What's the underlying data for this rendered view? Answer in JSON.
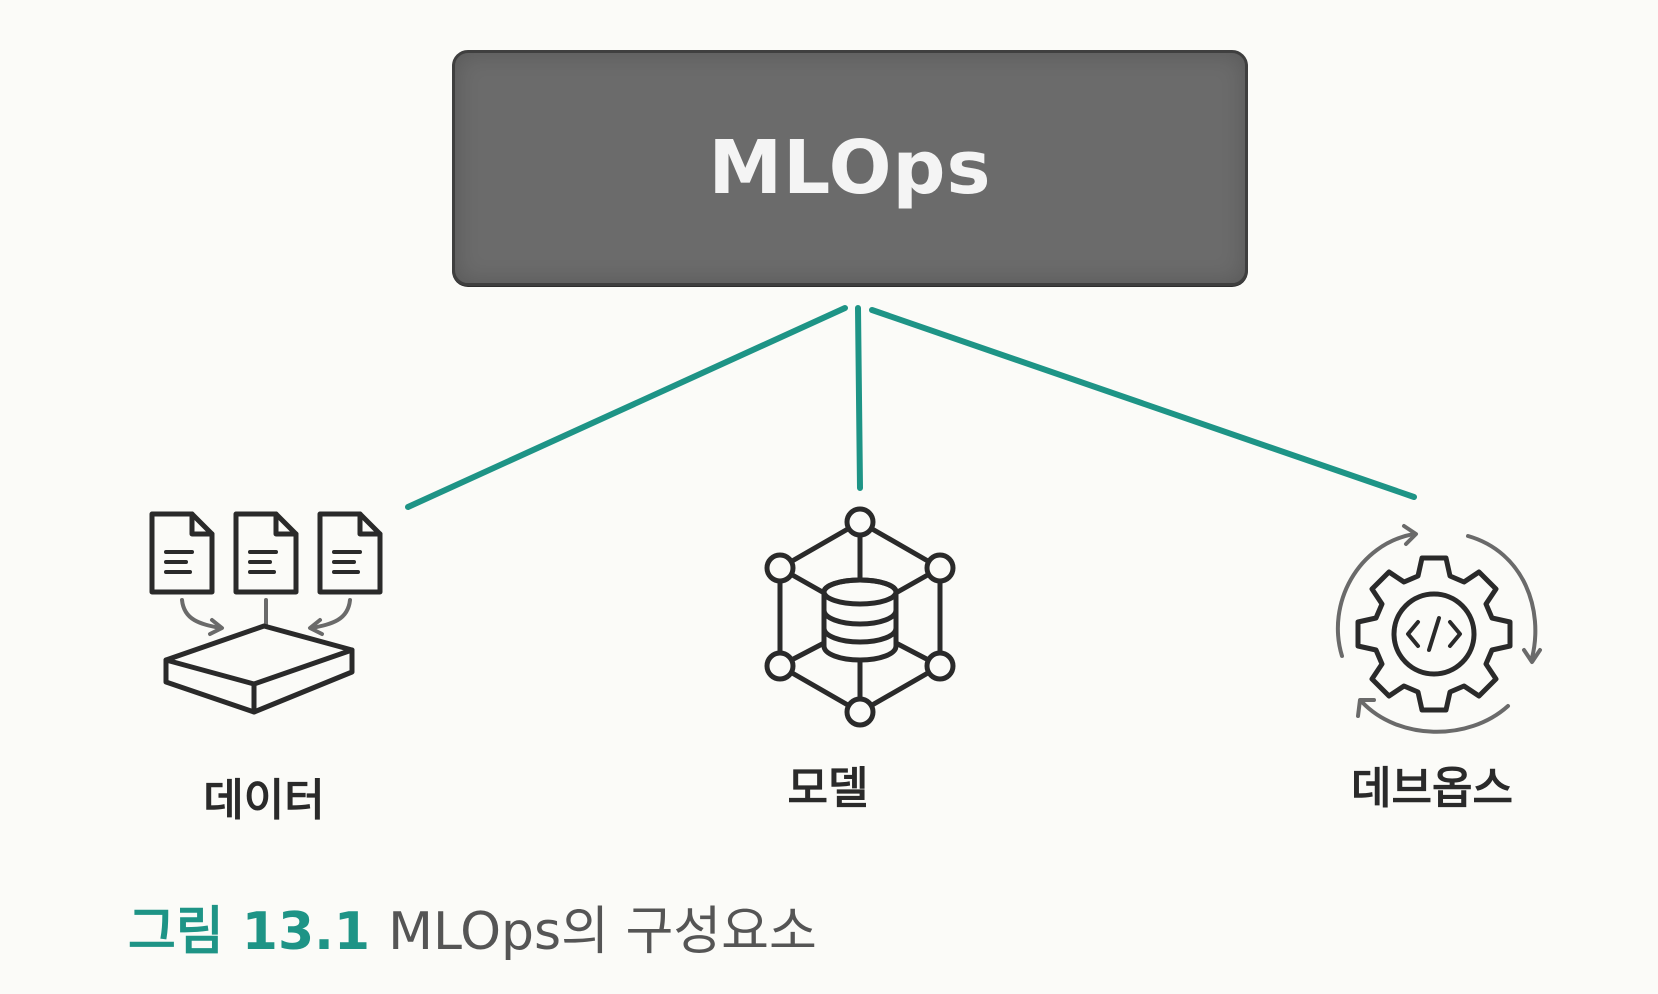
{
  "top_box": {
    "title": "MLOps"
  },
  "nodes": [
    {
      "label": "데이터",
      "icon": "documents-to-box-icon"
    },
    {
      "label": "모델",
      "icon": "database-network-icon"
    },
    {
      "label": "데브옵스",
      "icon": "gear-code-cycle-icon"
    }
  ],
  "caption": {
    "number": "그림 13.1",
    "text": "MLOps의 구성요소"
  },
  "colors": {
    "connector": "#1e9486",
    "box_fill": "#6b6b6b",
    "caption_accent": "#1e9486",
    "icon_stroke": "#2a2a2a"
  }
}
